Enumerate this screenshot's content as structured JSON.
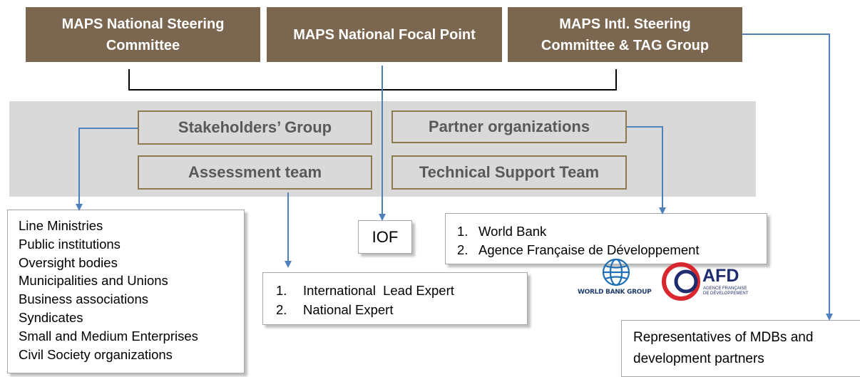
{
  "top_boxes": [
    {
      "label": "MAPS National Steering\nCommittee"
    },
    {
      "label": "MAPS National Focal Point"
    },
    {
      "label": "MAPS Intl. Steering\nCommittee & TAG Group"
    }
  ],
  "roles": {
    "stakeholders": "Stakeholders’ Group",
    "partners": "Partner organizations",
    "assessment": "Assessment team",
    "technical_support": "Technical Support Team"
  },
  "stakeholders_list": [
    "Line Ministries",
    "Public institutions",
    "Oversight bodies",
    "Municipalities and Unions",
    "Business associations",
    "Syndicates",
    "Small and Medium Enterprises",
    "Civil Society organizations"
  ],
  "iof_label": "IOF",
  "assessment_list": [
    {
      "num": "1.",
      "label": "International  Lead Expert"
    },
    {
      "num": "2.",
      "label": "National Expert"
    }
  ],
  "partners_list": [
    {
      "num": "1.",
      "label": "World Bank"
    },
    {
      "num": "2.",
      "label": "Agence Française de Développement"
    }
  ],
  "logos": {
    "world_bank": "WORLD BANK GROUP",
    "afd": "AFD",
    "afd_sub_1": "AGENCE FRANÇAISE",
    "afd_sub_2": "DE DÉVELOPPEMENT"
  },
  "mdb_box": "Representatives of MDBs and\ndevelopment partners",
  "colors": {
    "brown": "#7b6650",
    "role_border": "#8c7a4e",
    "band": "#d9d9d9",
    "connector": "#4f81bd",
    "afd_red": "#d9272e",
    "afd_navy": "#1f2c6e"
  }
}
